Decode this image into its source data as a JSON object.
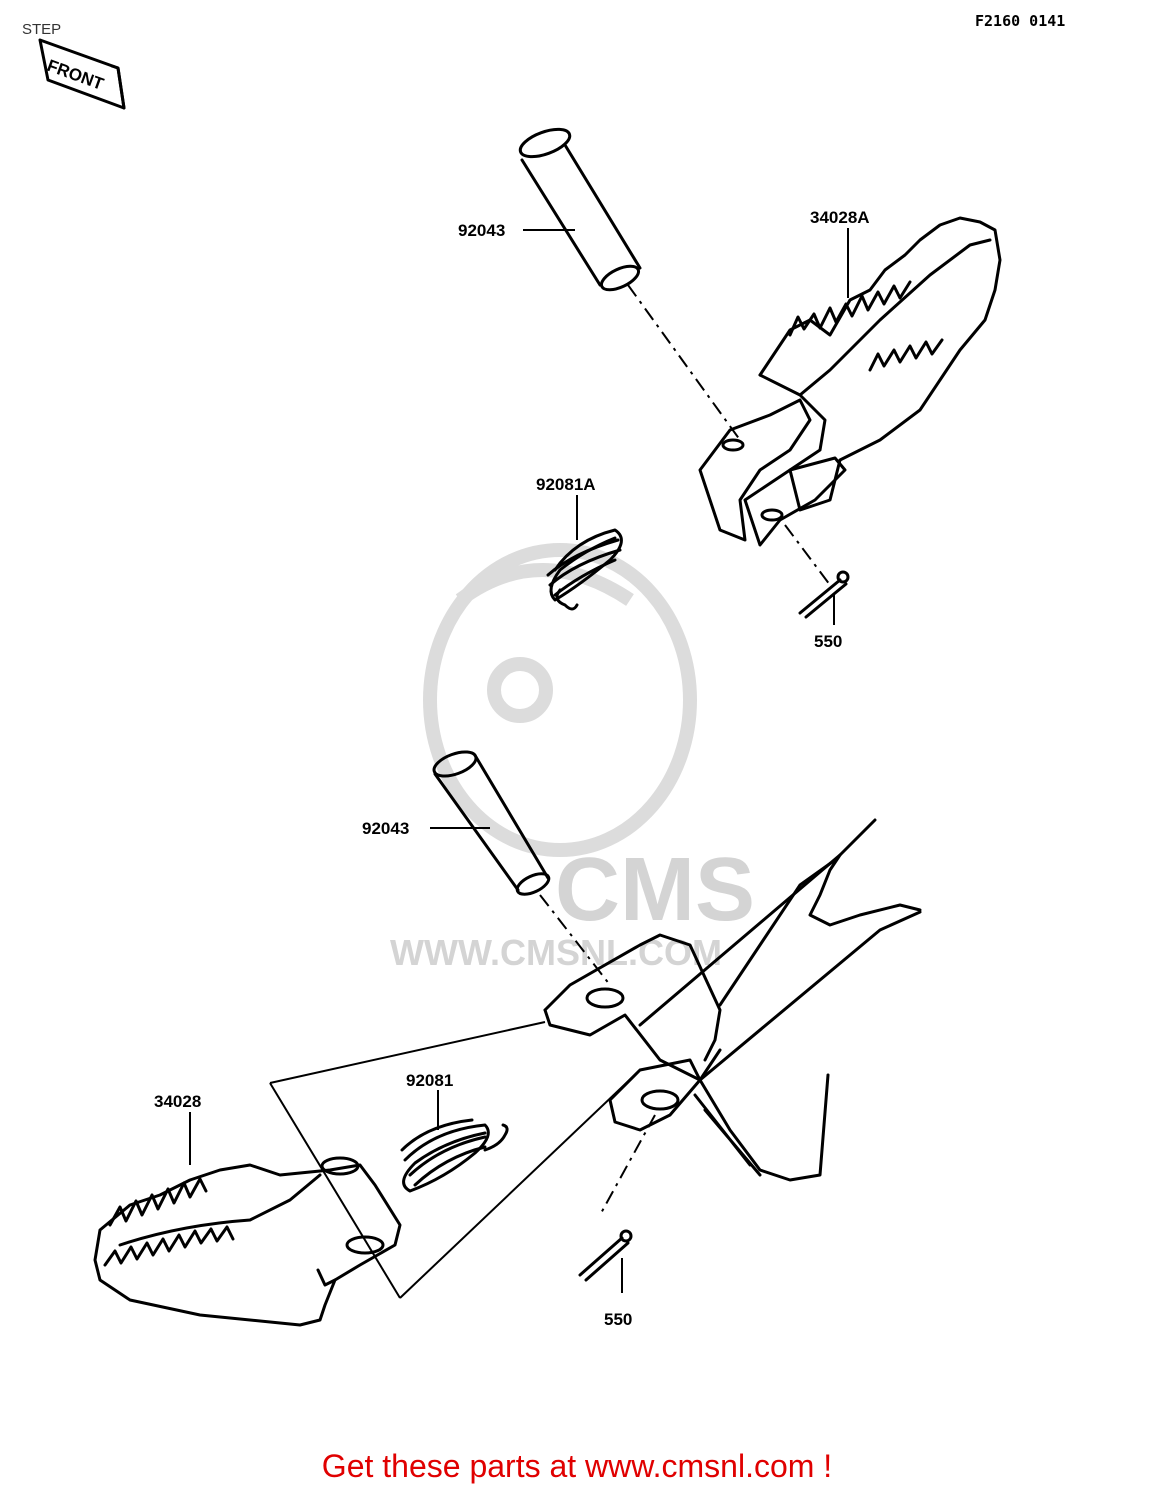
{
  "header": {
    "section_title": "STEP",
    "figure_ref": "F2160 0141",
    "front_badge": "FRONT"
  },
  "watermark": {
    "brand": "CMS",
    "url": "WWW.CMSNL.COM"
  },
  "parts": [
    {
      "number": "92043",
      "name": "upper-pin"
    },
    {
      "number": "34028A",
      "name": "upper-footpeg"
    },
    {
      "number": "92081A",
      "name": "upper-spring"
    },
    {
      "number": "550",
      "name": "upper-cotter-pin"
    },
    {
      "number": "92043",
      "name": "lower-pin"
    },
    {
      "number": "34028",
      "name": "lower-footpeg"
    },
    {
      "number": "92081",
      "name": "lower-spring"
    },
    {
      "number": "550",
      "name": "lower-cotter-pin"
    }
  ],
  "footer": {
    "promo_text": "Get these parts at www.cmsnl.com !",
    "promo_color": "#e00000"
  }
}
